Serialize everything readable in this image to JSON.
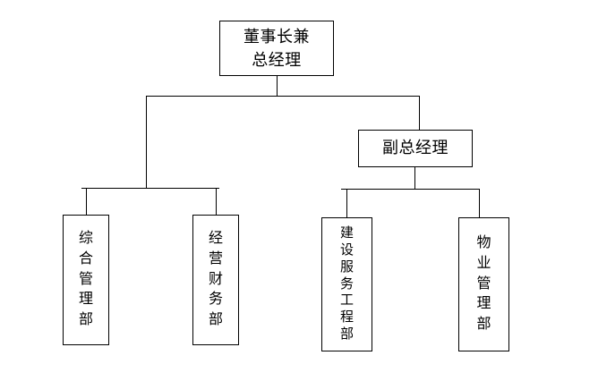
{
  "diagram": {
    "title_text": "",
    "line_color": "#000000",
    "box_border_color": "#000000",
    "background_color": "#ffffff",
    "text_color": "#000000"
  },
  "nodes": {
    "chairman": {
      "label": "董事长兼\n总经理",
      "orientation": "horizontal"
    },
    "deputy": {
      "label": "副总经理",
      "orientation": "horizontal"
    },
    "departments": [
      {
        "label": "综\n合\n管\n理\n部",
        "orientation": "vertical"
      },
      {
        "label": "经\n营\n财\n务\n部",
        "orientation": "vertical"
      },
      {
        "label": "建\n设\n服\n务\n工\n程\n部",
        "orientation": "vertical"
      },
      {
        "label": "物\n业\n管\n理\n部",
        "orientation": "vertical"
      }
    ]
  }
}
